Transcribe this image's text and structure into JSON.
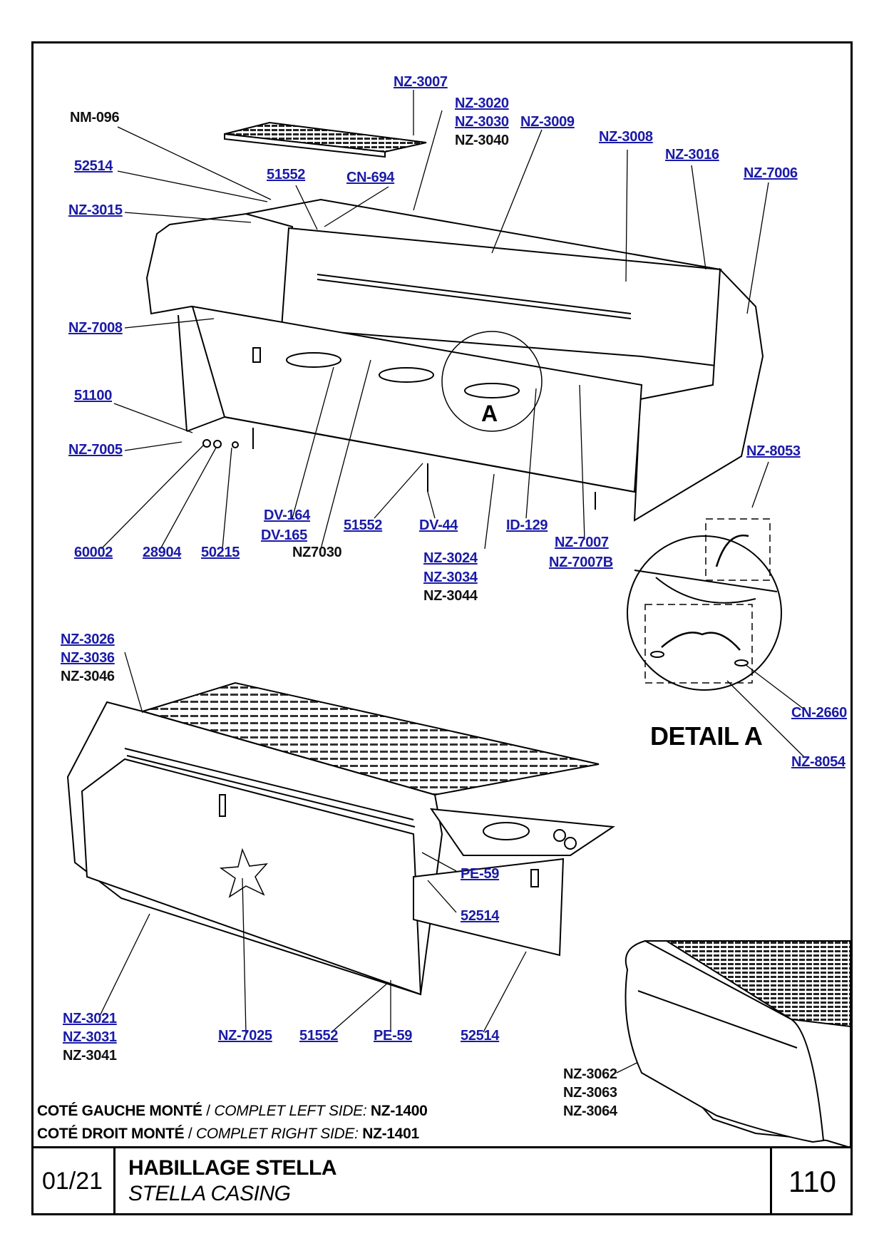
{
  "labels_top": [
    {
      "text": "NZ-3007",
      "color": "blue"
    },
    {
      "text": "NZ-3020",
      "color": "blue"
    },
    {
      "text": "NZ-3030",
      "color": "blue"
    },
    {
      "text": "NZ-3040",
      "color": "black"
    },
    {
      "text": "NZ-3009",
      "color": "blue"
    },
    {
      "text": "NZ-3008",
      "color": "blue"
    },
    {
      "text": "NZ-3016",
      "color": "blue"
    },
    {
      "text": "NZ-7006",
      "color": "blue"
    },
    {
      "text": "NM-096",
      "color": "black"
    },
    {
      "text": "52514",
      "color": "blue"
    },
    {
      "text": "51552",
      "color": "blue"
    },
    {
      "text": "CN-694",
      "color": "blue"
    },
    {
      "text": "NZ-3015",
      "color": "blue"
    },
    {
      "text": "NZ-7008",
      "color": "blue"
    },
    {
      "text": "51100",
      "color": "blue"
    },
    {
      "text": "NZ-7005",
      "color": "blue"
    },
    {
      "text": "DV-164",
      "color": "blue"
    },
    {
      "text": "DV-165",
      "color": "blue"
    },
    {
      "text": "NZ7030",
      "color": "black"
    },
    {
      "text": "51552",
      "color": "blue"
    },
    {
      "text": "DV-44",
      "color": "blue"
    },
    {
      "text": "ID-129",
      "color": "blue"
    },
    {
      "text": "NZ-7007",
      "color": "blue"
    },
    {
      "text": "NZ-7007B",
      "color": "blue"
    },
    {
      "text": "60002",
      "color": "blue"
    },
    {
      "text": "28904",
      "color": "blue"
    },
    {
      "text": "50215",
      "color": "blue"
    },
    {
      "text": "NZ-3024",
      "color": "blue"
    },
    {
      "text": "NZ-3034",
      "color": "blue"
    },
    {
      "text": "NZ-3044",
      "color": "black"
    },
    {
      "text": "NZ-8053",
      "color": "blue"
    },
    {
      "text": "CN-2660",
      "color": "blue"
    },
    {
      "text": "NZ-8054",
      "color": "blue"
    }
  ],
  "labels_bottom": [
    {
      "text": "NZ-3026",
      "color": "blue"
    },
    {
      "text": "NZ-3036",
      "color": "blue"
    },
    {
      "text": "NZ-3046",
      "color": "black"
    },
    {
      "text": "PE-59",
      "color": "blue"
    },
    {
      "text": "52514",
      "color": "blue"
    },
    {
      "text": "NZ-3021",
      "color": "blue"
    },
    {
      "text": "NZ-3031",
      "color": "blue"
    },
    {
      "text": "NZ-3041",
      "color": "black"
    },
    {
      "text": "NZ-7025",
      "color": "blue"
    },
    {
      "text": "51552",
      "color": "blue"
    },
    {
      "text": "PE-59",
      "color": "blue"
    },
    {
      "text": "52514",
      "color": "blue"
    },
    {
      "text": "NZ-3062",
      "color": "black"
    },
    {
      "text": "NZ-3063",
      "color": "black"
    },
    {
      "text": "NZ-3064",
      "color": "black"
    }
  ],
  "detail": {
    "title": "DETAIL A",
    "marker": "A"
  },
  "assemblies": [
    {
      "fr": "COTÉ GAUCHE MONTÉ",
      "sep": "/",
      "en": "COMPLET LEFT SIDE:",
      "ref": "NZ-1400"
    },
    {
      "fr": "COTÉ DROIT MONTÉ",
      "sep": "/",
      "en": "COMPLET RIGHT SIDE:",
      "ref": "NZ-1401"
    }
  ],
  "title_block": {
    "date": "01/21",
    "title_fr": "HABILLAGE STELLA",
    "title_en": "STELLA CASING",
    "page": "110"
  },
  "colors": {
    "link": "#1a1aa8",
    "line": "#000000"
  }
}
